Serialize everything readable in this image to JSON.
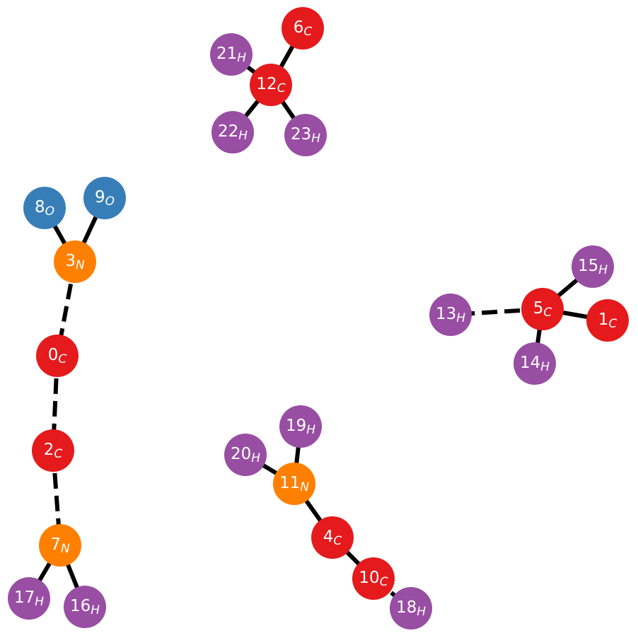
{
  "colors": {
    "C": "#e41a1c",
    "N": "#ff7f00",
    "O": "#377eb8",
    "H": "#984ea3",
    "bond": "#000000"
  },
  "atoms": [
    {
      "id": "0",
      "el": "C"
    },
    {
      "id": "1",
      "el": "C"
    },
    {
      "id": "2",
      "el": "C"
    },
    {
      "id": "3",
      "el": "N"
    },
    {
      "id": "4",
      "el": "C"
    },
    {
      "id": "5",
      "el": "C"
    },
    {
      "id": "6",
      "el": "C"
    },
    {
      "id": "7",
      "el": "N"
    },
    {
      "id": "8",
      "el": "O"
    },
    {
      "id": "9",
      "el": "O"
    },
    {
      "id": "10",
      "el": "C"
    },
    {
      "id": "11",
      "el": "N"
    },
    {
      "id": "12",
      "el": "C"
    },
    {
      "id": "13",
      "el": "H"
    },
    {
      "id": "14",
      "el": "H"
    },
    {
      "id": "15",
      "el": "H"
    },
    {
      "id": "16",
      "el": "H"
    },
    {
      "id": "17",
      "el": "H"
    },
    {
      "id": "18",
      "el": "H"
    },
    {
      "id": "19",
      "el": "H"
    },
    {
      "id": "20",
      "el": "H"
    },
    {
      "id": "21",
      "el": "H"
    },
    {
      "id": "22",
      "el": "H"
    },
    {
      "id": "23",
      "el": "H"
    }
  ],
  "bonds": [
    {
      "a": "12",
      "b": "6",
      "style": "solid"
    },
    {
      "a": "12",
      "b": "21",
      "style": "solid"
    },
    {
      "a": "12",
      "b": "22",
      "style": "solid"
    },
    {
      "a": "12",
      "b": "23",
      "style": "solid"
    },
    {
      "a": "3",
      "b": "8",
      "style": "solid"
    },
    {
      "a": "3",
      "b": "9",
      "style": "solid"
    },
    {
      "a": "3",
      "b": "0",
      "style": "dashed"
    },
    {
      "a": "0",
      "b": "2",
      "style": "dashed"
    },
    {
      "a": "2",
      "b": "7",
      "style": "dashed"
    },
    {
      "a": "7",
      "b": "17",
      "style": "solid"
    },
    {
      "a": "7",
      "b": "16",
      "style": "solid"
    },
    {
      "a": "5",
      "b": "15",
      "style": "solid"
    },
    {
      "a": "5",
      "b": "1",
      "style": "solid"
    },
    {
      "a": "5",
      "b": "14",
      "style": "solid"
    },
    {
      "a": "5",
      "b": "13",
      "style": "dashed"
    },
    {
      "a": "11",
      "b": "19",
      "style": "solid"
    },
    {
      "a": "11",
      "b": "20",
      "style": "solid"
    },
    {
      "a": "11",
      "b": "4",
      "style": "solid"
    },
    {
      "a": "4",
      "b": "10",
      "style": "solid"
    },
    {
      "a": "10",
      "b": "18",
      "style": "dashed"
    }
  ]
}
